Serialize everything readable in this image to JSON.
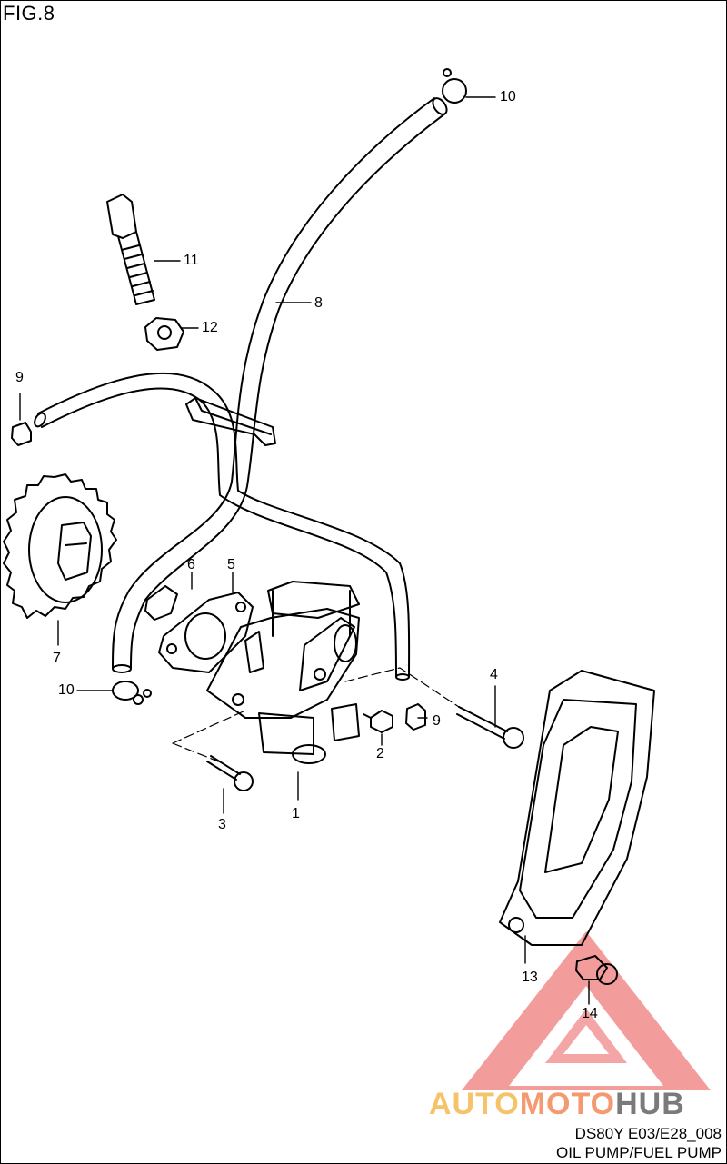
{
  "figure": {
    "title": "FIG.8"
  },
  "parts": [
    {
      "no": "1"
    },
    {
      "no": "2"
    },
    {
      "no": "3"
    },
    {
      "no": "4"
    },
    {
      "no": "5"
    },
    {
      "no": "6"
    },
    {
      "no": "7"
    },
    {
      "no": "8"
    },
    {
      "no": "9"
    },
    {
      "no": "9"
    },
    {
      "no": "10"
    },
    {
      "no": "10"
    },
    {
      "no": "11"
    },
    {
      "no": "12"
    },
    {
      "no": "13"
    },
    {
      "no": "14"
    }
  ],
  "footer": {
    "model_code": "DS80Y E03/E28_008",
    "section_name": "OIL PUMP/FUEL PUMP"
  },
  "watermark": {
    "word1": "AUTO",
    "word2": "MOTO",
    "word3": "HUB",
    "colors": {
      "primary": "#f08080",
      "accent1": "#f5c36a",
      "accent2": "#f59a70",
      "accent3": "#7a7a7a"
    }
  }
}
